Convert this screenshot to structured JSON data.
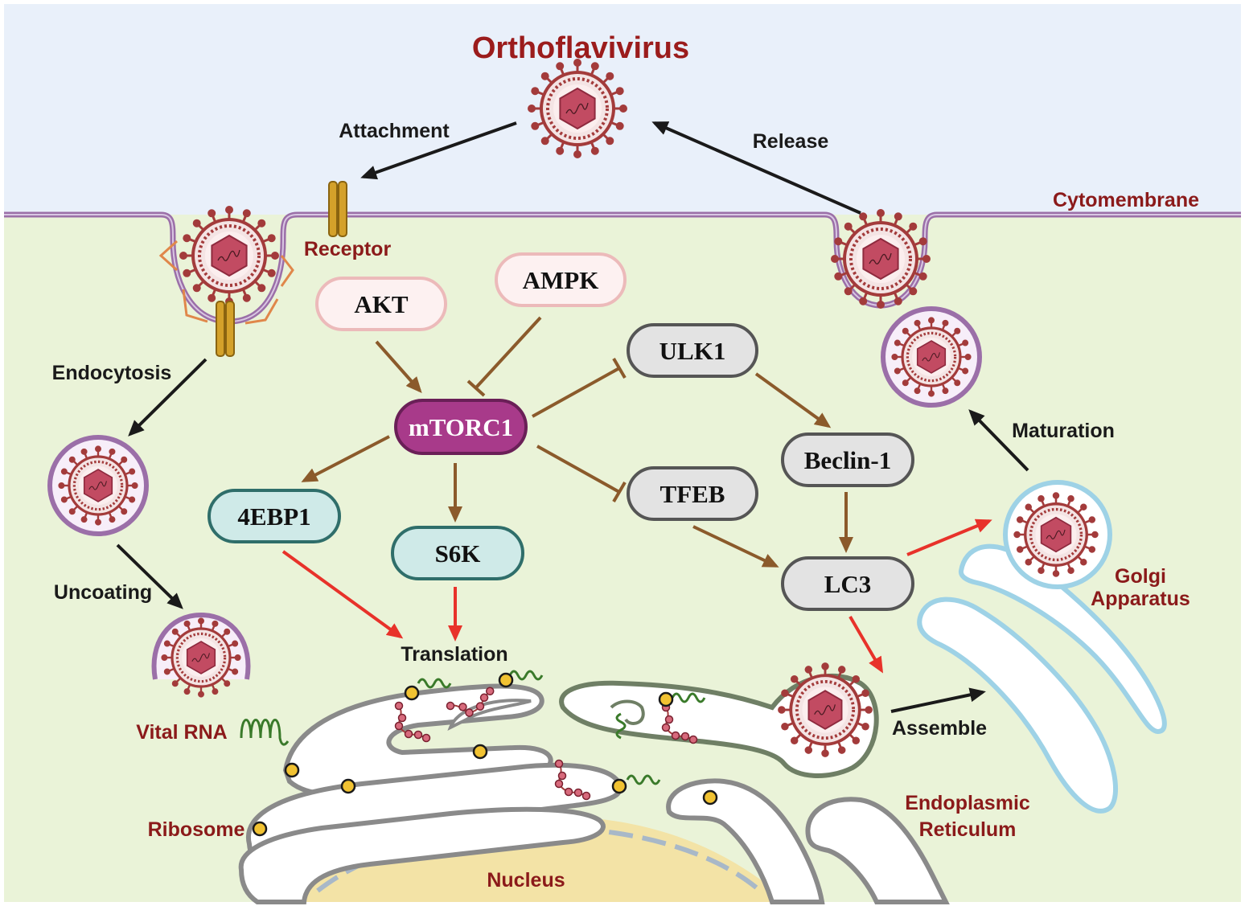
{
  "title": "Orthoflavivirus",
  "labels": {
    "attachment": "Attachment",
    "release": "Release",
    "cytomembrane": "Cytomembrane",
    "receptor": "Receptor",
    "endocytosis": "Endocytosis",
    "uncoating": "Uncoating",
    "translation": "Translation",
    "maturation": "Maturation",
    "golgi_line1": "Golgi",
    "golgi_line2": "Apparatus",
    "vital_rna": "Vital RNA",
    "ribosome": "Ribosome",
    "nucleus": "Nucleus",
    "assemble": "Assemble",
    "er_line1": "Endoplasmic",
    "er_line2": "Reticulum"
  },
  "nodes": {
    "akt": "AKT",
    "ampk": "AMPK",
    "mtorc1": "mTORC1",
    "ulk1": "ULK1",
    "beclin1": "Beclin-1",
    "tfeb": "TFEB",
    "lc3": "LC3",
    "ebp1": "4EBP1",
    "s6k": "S6K"
  },
  "colors": {
    "extracellular": "#e9f0fa",
    "cytoplasm": "#eaf3d8",
    "membrane": "#9b6fa8",
    "activation_arrow": "#8b5a2b",
    "process_arrow": "#1a1a1a",
    "promote_arrow": "#e8322a",
    "virus": "#a33b3b",
    "mtorc1_fill": "#a83a8a",
    "teal_fill": "#cfeae8",
    "grey_fill": "#e3e3e3",
    "pink_fill": "#fdf1f1"
  }
}
